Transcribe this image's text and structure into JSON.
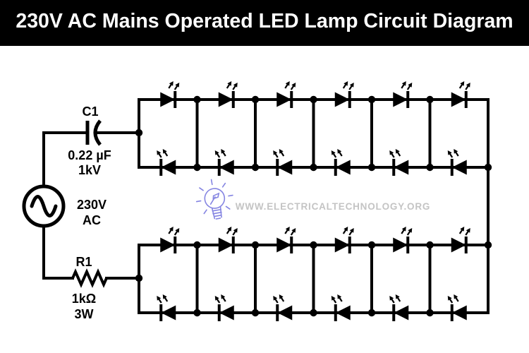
{
  "header": {
    "title": "230V AC Mains Operated LED Lamp Circuit Diagram"
  },
  "components": {
    "ac_source": {
      "type": "ac-sine-source",
      "label_line1": "230V",
      "label_line2": "AC"
    },
    "capacitor": {
      "ref": "C1",
      "value": "0.22 µF",
      "rating": "1kV"
    },
    "resistor": {
      "ref": "R1",
      "value": "1kΩ",
      "rating": "3W"
    }
  },
  "led_array": {
    "banks": 2,
    "columns_per_bank": 6,
    "rows_per_bank": 2,
    "total_leds": 24,
    "top_row_direction": "right",
    "bottom_row_direction": "left"
  },
  "watermark": {
    "text": "WWW.ELECTRICALTECHNOLOGY.ORG",
    "icon": "light-bulb-icon",
    "icon_color": "#8585e2",
    "text_color": "#c4c4c4"
  },
  "colors": {
    "wire": "#000000",
    "background": "#ffffff",
    "header_bg": "#000000",
    "header_fg": "#ffffff"
  }
}
